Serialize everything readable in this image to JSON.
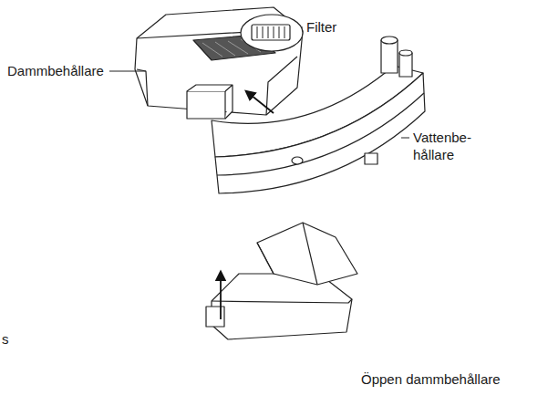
{
  "diagram": {
    "labels": [
      "Filter",
      "Dammbehållare",
      "Vattenbe- hållare",
      "Öppen dammbehållare",
      "s"
    ]
  }
}
